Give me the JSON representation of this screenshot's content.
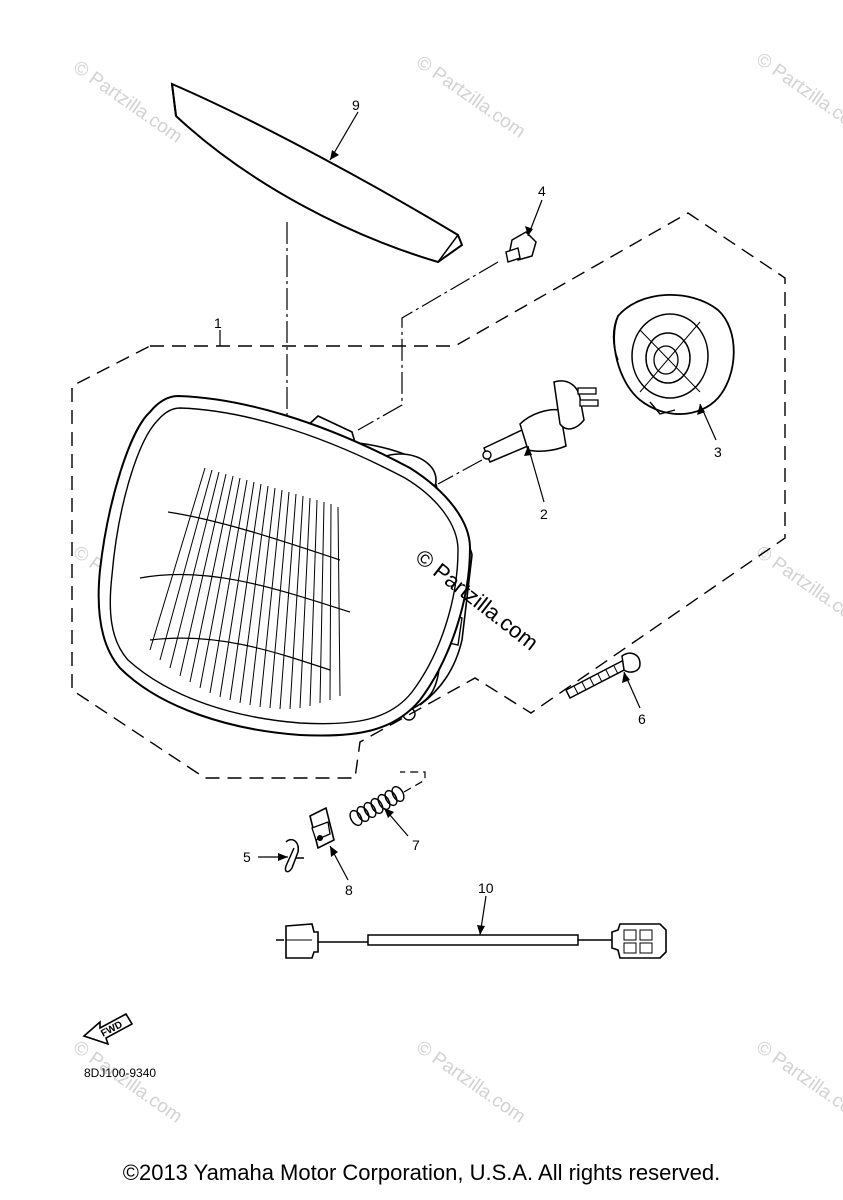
{
  "watermark": "© Partzilla.com",
  "diagram_code": "8DJ100-9340",
  "fwd_label": "FWD",
  "copyright": "©2013 Yamaha Motor Corporation, U.S.A. All rights reserved.",
  "callouts": [
    "1",
    "2",
    "3",
    "4",
    "5",
    "6",
    "7",
    "8",
    "9",
    "10"
  ]
}
